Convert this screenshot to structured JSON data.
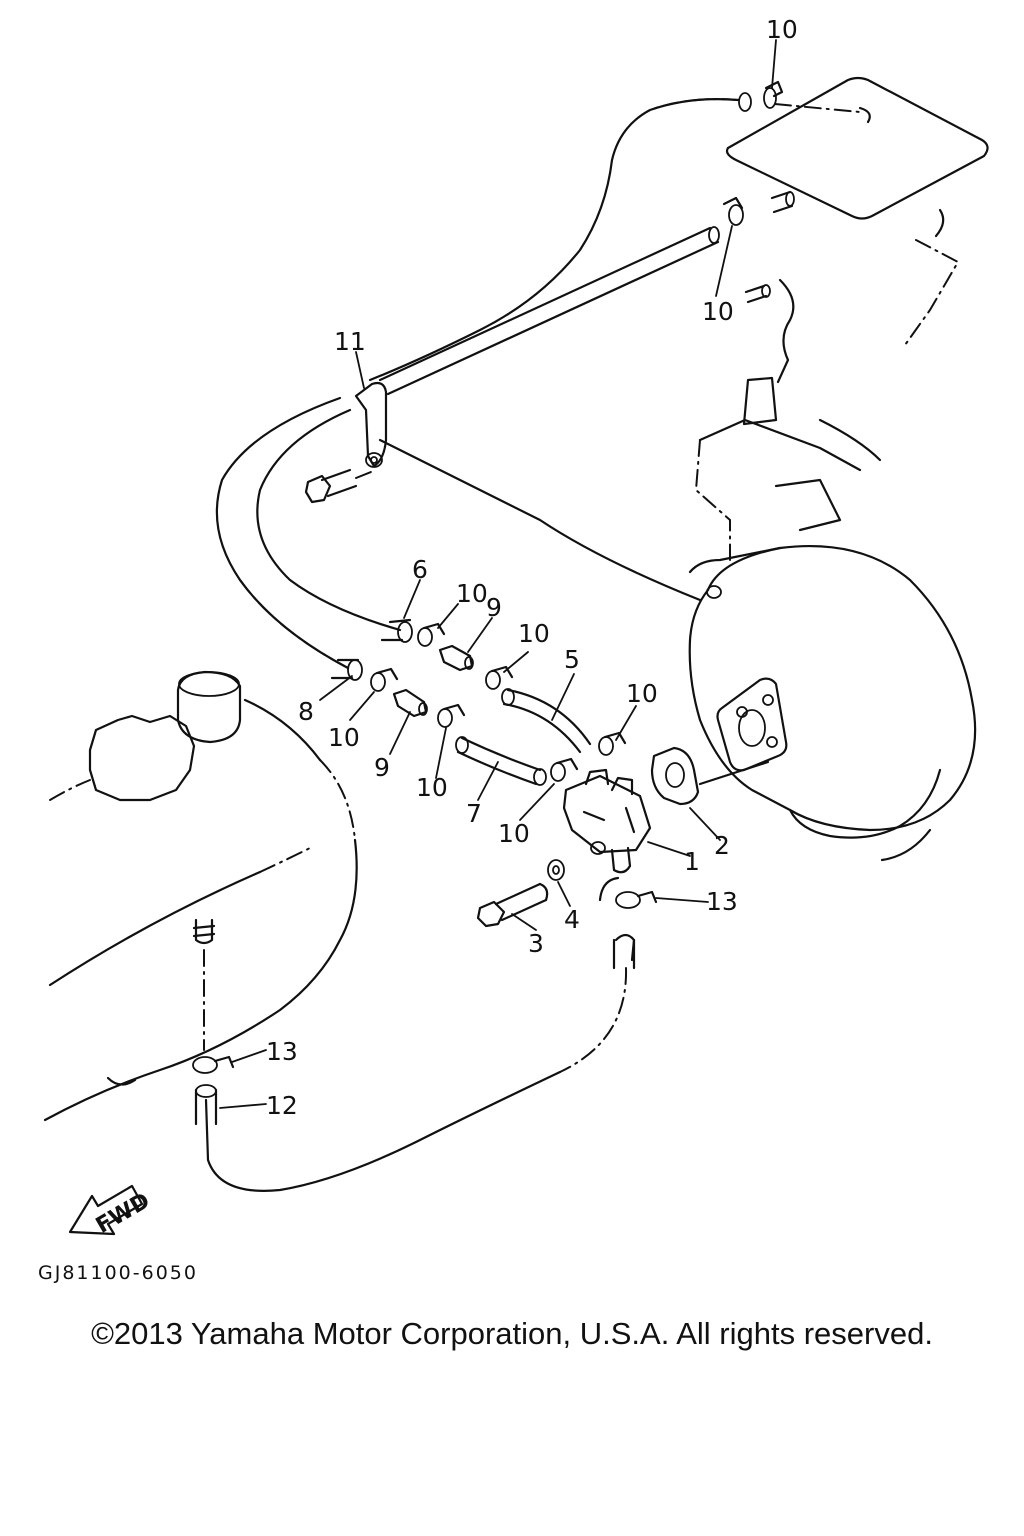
{
  "diagram": {
    "callouts": [
      {
        "id": "c10-top",
        "text": "10"
      },
      {
        "id": "c10-upper-right",
        "text": "10"
      },
      {
        "id": "c11",
        "text": "11"
      },
      {
        "id": "c6",
        "text": "6"
      },
      {
        "id": "c10-a",
        "text": "10"
      },
      {
        "id": "c9-a",
        "text": "9"
      },
      {
        "id": "c10-b",
        "text": "10"
      },
      {
        "id": "c5",
        "text": "5"
      },
      {
        "id": "c10-c",
        "text": "10"
      },
      {
        "id": "c8",
        "text": "8"
      },
      {
        "id": "c10-d",
        "text": "10"
      },
      {
        "id": "c9-b",
        "text": "9"
      },
      {
        "id": "c10-e",
        "text": "10"
      },
      {
        "id": "c7",
        "text": "7"
      },
      {
        "id": "c10-f",
        "text": "10"
      },
      {
        "id": "c2",
        "text": "2"
      },
      {
        "id": "c1",
        "text": "1"
      },
      {
        "id": "c13-a",
        "text": "13"
      },
      {
        "id": "c3",
        "text": "3"
      },
      {
        "id": "c4",
        "text": "4"
      },
      {
        "id": "c13-b",
        "text": "13"
      },
      {
        "id": "c12",
        "text": "12"
      }
    ],
    "fwd_label": "FWD"
  },
  "figure_code": "GJ81100-6050",
  "copyright": "©2013 Yamaha Motor Corporation, U.S.A. All rights reserved."
}
